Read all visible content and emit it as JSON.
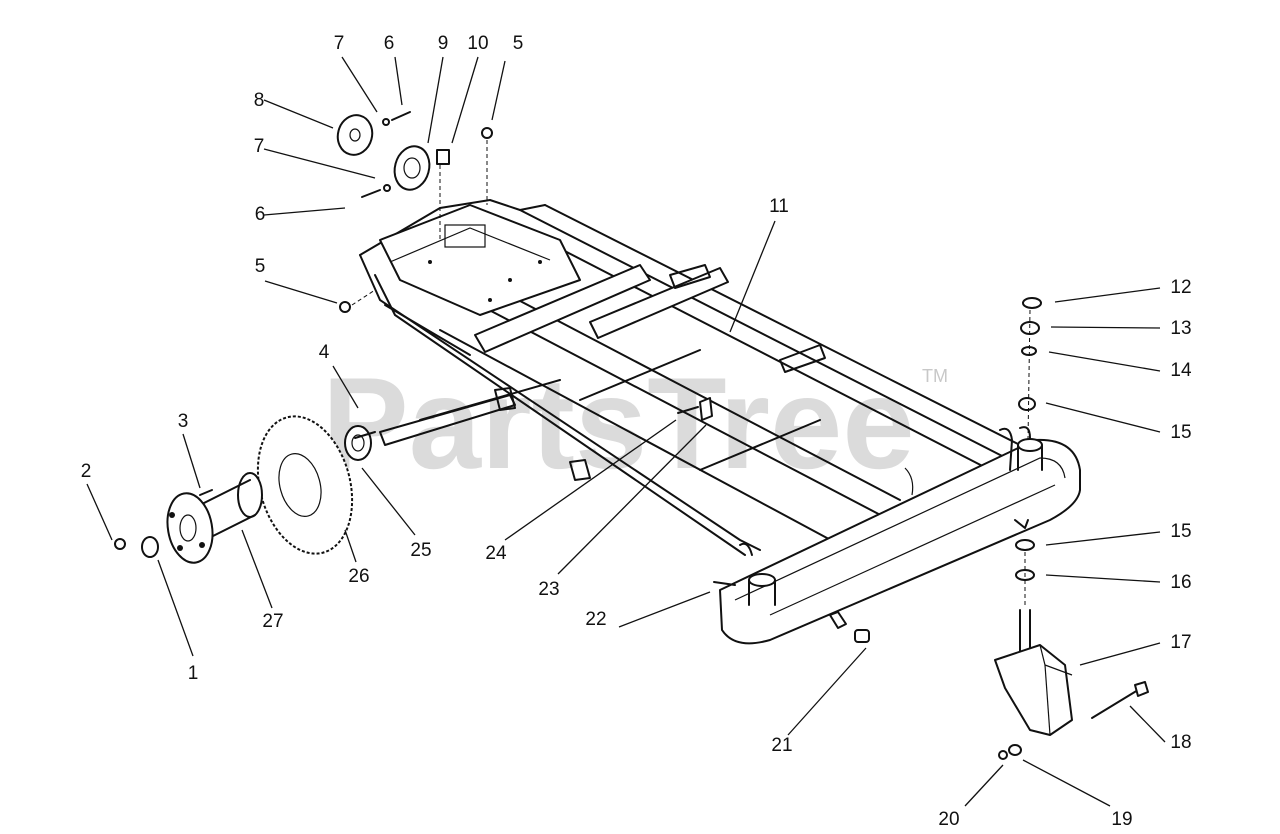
{
  "watermark": {
    "text": "PartsTree",
    "trademark": "TM"
  },
  "callouts": [
    {
      "label": "1"
    },
    {
      "label": "2"
    },
    {
      "label": "3"
    },
    {
      "label": "4"
    },
    {
      "label": "5"
    },
    {
      "label": "5"
    },
    {
      "label": "6"
    },
    {
      "label": "6"
    },
    {
      "label": "7"
    },
    {
      "label": "7"
    },
    {
      "label": "8"
    },
    {
      "label": "9"
    },
    {
      "label": "10"
    },
    {
      "label": "11"
    },
    {
      "label": "12"
    },
    {
      "label": "13"
    },
    {
      "label": "14"
    },
    {
      "label": "15"
    },
    {
      "label": "15"
    },
    {
      "label": "16"
    },
    {
      "label": "17"
    },
    {
      "label": "18"
    },
    {
      "label": "19"
    },
    {
      "label": "20"
    },
    {
      "label": "21"
    },
    {
      "label": "22"
    },
    {
      "label": "23"
    },
    {
      "label": "24"
    },
    {
      "label": "25"
    },
    {
      "label": "26"
    },
    {
      "label": "27"
    }
  ]
}
